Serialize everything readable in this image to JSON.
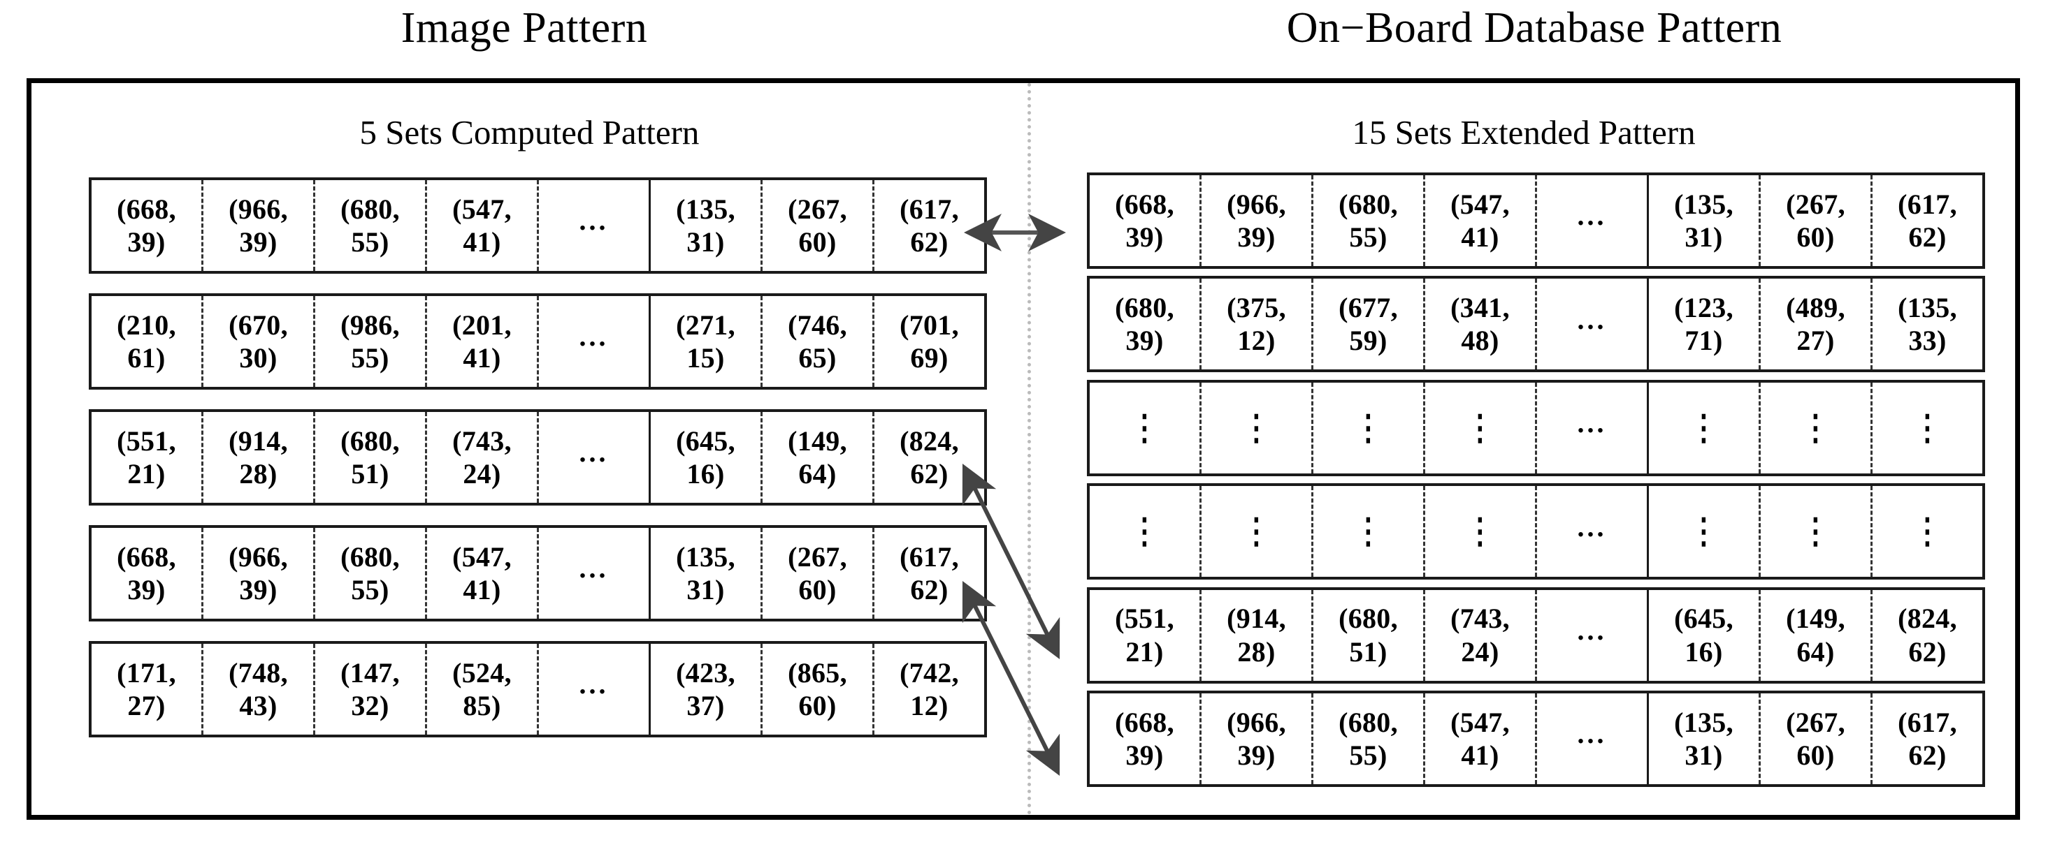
{
  "titles": {
    "left": "Image Pattern",
    "right": "On−Board Database Pattern"
  },
  "panels": {
    "left": {
      "subtitle": "5 Sets Computed Pattern",
      "set_count": 5,
      "rows": [
        {
          "cells": [
            "(668, 39)",
            "(966, 39)",
            "(680, 55)",
            "(547, 41)",
            "...",
            "(135, 31)",
            "(267, 60)",
            "(617, 62)"
          ]
        },
        {
          "cells": [
            "(210, 61)",
            "(670, 30)",
            "(986, 55)",
            "(201, 41)",
            "...",
            "(271, 15)",
            "(746, 65)",
            "(701, 69)"
          ]
        },
        {
          "cells": [
            "(551, 21)",
            "(914, 28)",
            "(680, 51)",
            "(743, 24)",
            "...",
            "(645, 16)",
            "(149, 64)",
            "(824, 62)"
          ]
        },
        {
          "cells": [
            "(668, 39)",
            "(966, 39)",
            "(680, 55)",
            "(547, 41)",
            "...",
            "(135, 31)",
            "(267, 60)",
            "(617, 62)"
          ]
        },
        {
          "cells": [
            "(171, 27)",
            "(748, 43)",
            "(147, 32)",
            "(524, 85)",
            "...",
            "(423, 37)",
            "(865, 60)",
            "(742, 12)"
          ]
        }
      ]
    },
    "right": {
      "subtitle": "15 Sets Extended Pattern",
      "set_count": 15,
      "rows": [
        {
          "cells": [
            "(668, 39)",
            "(966, 39)",
            "(680, 55)",
            "(547, 41)",
            "...",
            "(135, 31)",
            "(267, 60)",
            "(617, 62)"
          ]
        },
        {
          "cells": [
            "(680, 39)",
            "(375, 12)",
            "(677, 59)",
            "(341, 48)",
            "...",
            "(123, 71)",
            "(489, 27)",
            "(135, 33)"
          ]
        },
        {
          "cells": [
            "⋮",
            "⋮",
            "⋮",
            "⋮",
            "...",
            "⋮",
            "⋮",
            "⋮"
          ]
        },
        {
          "cells": [
            "⋮",
            "⋮",
            "⋮",
            "⋮",
            "...",
            "⋮",
            "⋮",
            "⋮"
          ]
        },
        {
          "cells": [
            "(551, 21)",
            "(914, 28)",
            "(680, 51)",
            "(743, 24)",
            "...",
            "(645, 16)",
            "(149, 64)",
            "(824, 62)"
          ]
        },
        {
          "cells": [
            "(668, 39)",
            "(966, 39)",
            "(680, 55)",
            "(547, 41)",
            "...",
            "(135, 31)",
            "(267, 60)",
            "(617, 62)"
          ]
        }
      ]
    }
  },
  "connections": [
    {
      "name": "match-row1",
      "from": "left-row-1",
      "to": "right-row-1",
      "style": "double-headed-horizontal"
    },
    {
      "name": "match-row3",
      "from": "left-row-3",
      "to": "right-row-5",
      "style": "double-headed-diagonal"
    },
    {
      "name": "match-row4",
      "from": "left-row-4",
      "to": "right-row-6",
      "style": "double-headed-diagonal"
    }
  ],
  "colors": {
    "ink": "#000000",
    "row_border": "#1a1a1a",
    "cell_dash": "#333333",
    "divider": "#bbbbbb",
    "arrow": "#555555",
    "background": "#ffffff"
  },
  "ellipsis": {
    "horizontal": "...",
    "vertical": "⋮"
  }
}
